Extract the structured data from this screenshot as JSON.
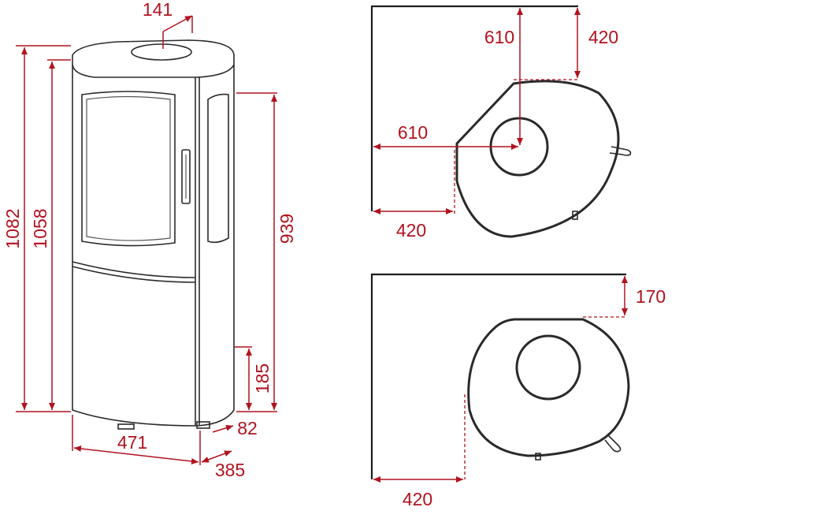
{
  "colors": {
    "dimension": "#b1121e",
    "outline": "#2a2a2a",
    "background": "#ffffff"
  },
  "front_view": {
    "dims": {
      "flue_offset": "141",
      "total_height": "1082",
      "body_height": "1058",
      "side_window_height": "939",
      "base_height": "185",
      "width": "471",
      "depth": "385",
      "foot_offset": "82"
    }
  },
  "plan_corner": {
    "dims": {
      "wall_to_flue_v": "610",
      "wall_clear_top": "420",
      "wall_to_flue_h": "610",
      "wall_clear_side": "420"
    }
  },
  "plan_wall": {
    "dims": {
      "wall_clear_top": "170",
      "wall_clear_side": "420"
    }
  }
}
